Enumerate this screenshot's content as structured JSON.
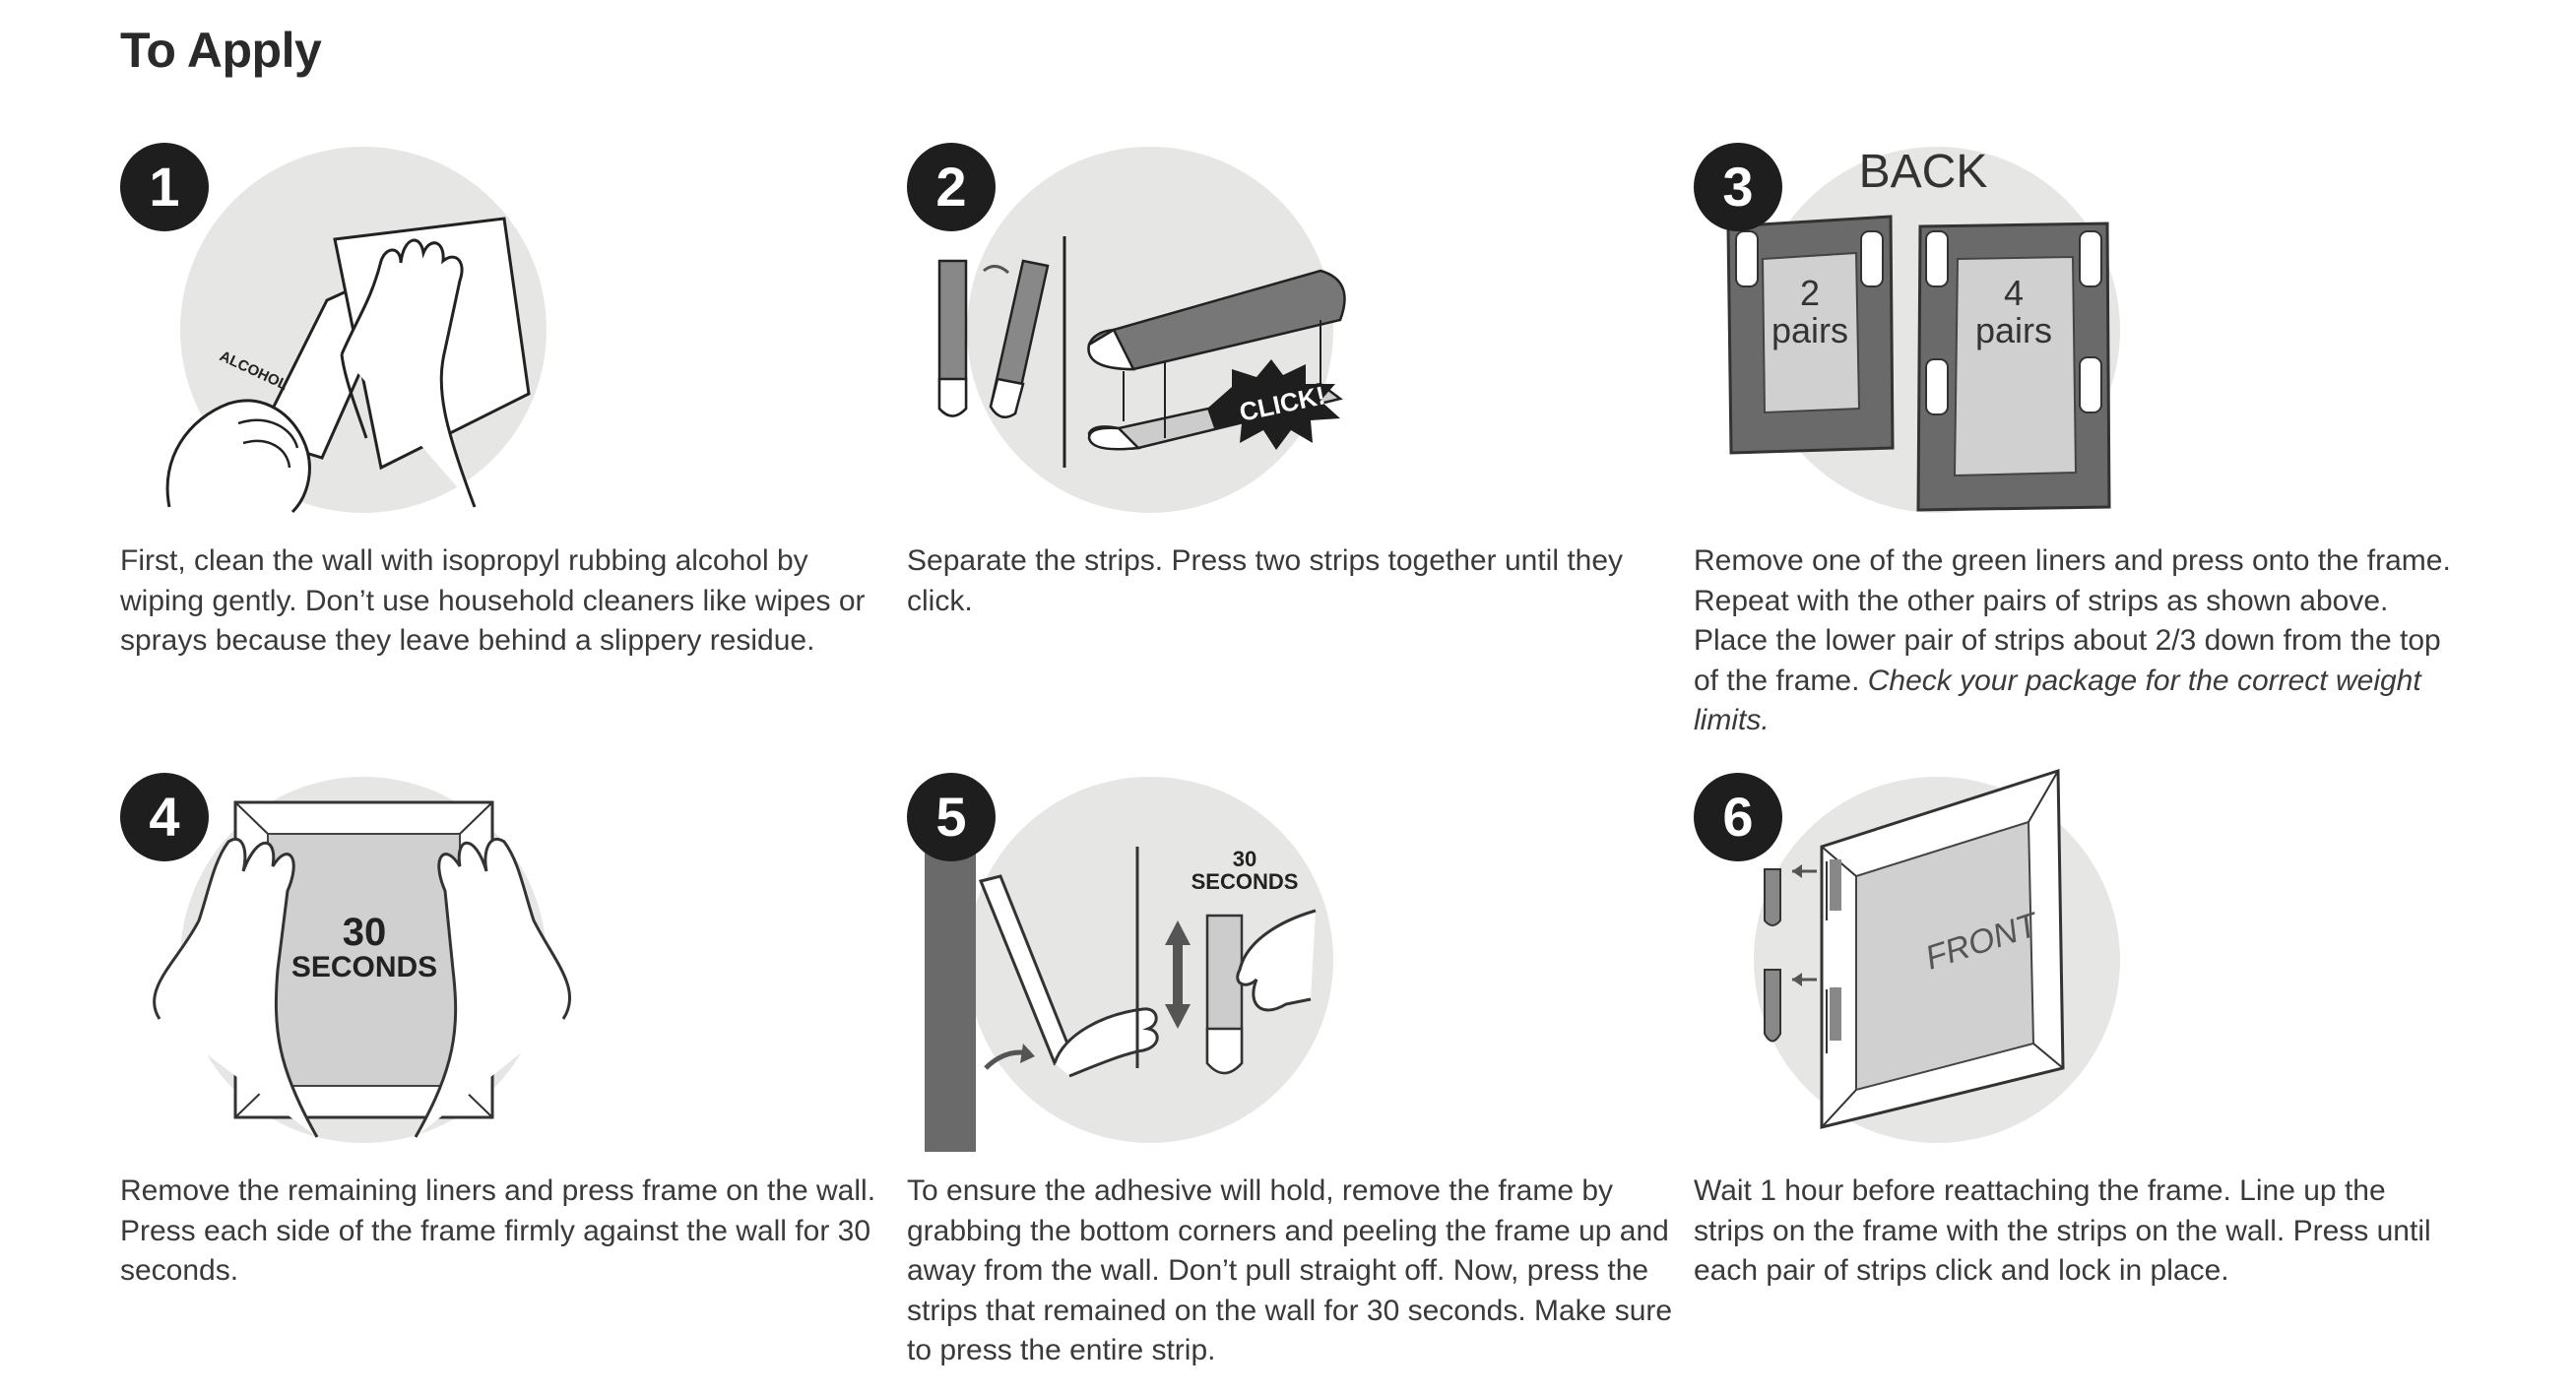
{
  "page": {
    "title": "To Apply"
  },
  "steps": [
    {
      "number": "1",
      "illustration": {
        "icons": [
          "alcohol-bottle-icon",
          "cloth-wipe-icon"
        ],
        "bottle_label": "ALCOHOL"
      },
      "text": "First, clean the wall with isopropyl rubbing alcohol by wiping gently. Don’t use household cleaners like wipes or sprays because they leave behind a slippery residue."
    },
    {
      "number": "2",
      "illustration": {
        "icons": [
          "strips-icon",
          "click-burst-icon"
        ],
        "burst_label": "CLICK!"
      },
      "text": "Separate the strips. Press two strips together until they click."
    },
    {
      "number": "3",
      "illustration": {
        "icons": [
          "frame-back-icon"
        ],
        "heading": "BACK",
        "small_frame_count": "2",
        "small_frame_unit": "pairs",
        "large_frame_count": "4",
        "large_frame_unit": "pairs"
      },
      "text": "Remove one of the green liners and press onto the frame. Repeat with the other pairs of strips as shown above. Place the lower pair of strips about 2/3 down from the top of the frame. ",
      "text_emphasis": "Check your package for the correct weight limits."
    },
    {
      "number": "4",
      "illustration": {
        "icons": [
          "hands-pressing-frame-icon"
        ],
        "seconds_number": "30",
        "seconds_label": "SECONDS"
      },
      "text": "Remove the remaining liners and press frame on the wall. Press each side of the frame firmly against the wall for 30 seconds."
    },
    {
      "number": "5",
      "illustration": {
        "icons": [
          "peel-frame-icon",
          "press-strip-icon"
        ],
        "seconds_number": "30",
        "seconds_label": "SECONDS"
      },
      "text": "To ensure the adhesive will hold, remove the frame by grabbing the bottom corners and peeling the frame up and away from the wall. Don’t pull straight off. Now, press the strips that remained on the wall for 30 seconds. Make sure to press the entire strip."
    },
    {
      "number": "6",
      "illustration": {
        "icons": [
          "reattach-frame-icon"
        ],
        "frame_label": "FRONT"
      },
      "text": "Wait 1 hour before reattaching the frame. Line up the strips on the frame with the strips on the wall.  Press until each pair of strips click and lock in place."
    }
  ],
  "colors": {
    "badge": "#1e1e1e",
    "circle": "#e6e6e4",
    "frame_dark": "#6a6a6a",
    "frame_light": "#d0d0d0",
    "text": "#3a3a3a"
  }
}
